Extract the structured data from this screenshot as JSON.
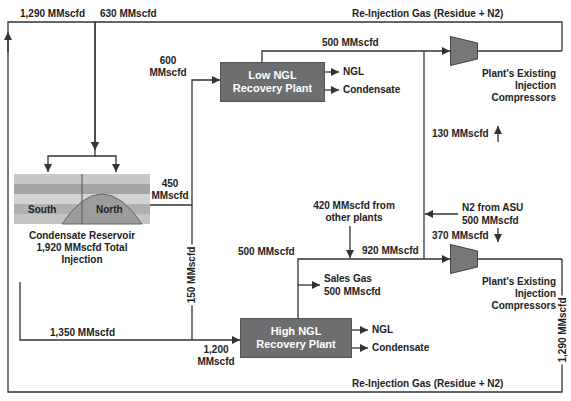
{
  "diagram": {
    "nodes": [
      {
        "text": [
          "South",
          "North",
          "Condensate Reservoir 1,920 MMscfd Total Injection"
        ]
      },
      {
        "text": [
          "Low NGL Recovery Plant"
        ]
      },
      {
        "text": [
          "Plant's Existing Injection Compressors"
        ]
      },
      {
        "text": [
          "High NGL Recovery Plant"
        ]
      },
      {
        "text": [
          "Plant's Existing Injection Compressors"
        ]
      }
    ],
    "edges": [
      {
        "from": 4,
        "to": 0,
        "arrow": "to",
        "label": "1,290 MMscfd"
      },
      {
        "from": 2,
        "to": 0,
        "arrow": "to",
        "label": "630 MMscfd"
      },
      {
        "from": 0,
        "to": 1,
        "arrow": "to",
        "label": "600 MMscfd"
      },
      {
        "from": 0,
        "to": 3,
        "arrow": "to",
        "label": "1,200 MMscfd"
      },
      {
        "from": 1,
        "to": 2,
        "arrow": "to",
        "label": "500 MMscfd"
      },
      {
        "from": 3,
        "to": 4,
        "arrow": "to",
        "label": "920 MMscfd"
      }
    ],
    "labels": [
      "1,290 MMscfd",
      "Re-Injection Gas (Residue + N2)",
      "Re-Injection Gas (Residue + N2)",
      "450 MMscfd",
      "150 MMscfd",
      "1,350 MMscfd",
      "NGL",
      "Condensate",
      "NGL",
      "Condensate",
      "130 MMscfd",
      "N2 from ASU",
      "500 MMscfd",
      "370 MMscfd",
      "420 MMscfd from other plants",
      "500 MMscfd",
      "Sales Gas",
      "500 MMscfd"
    ]
  }
}
